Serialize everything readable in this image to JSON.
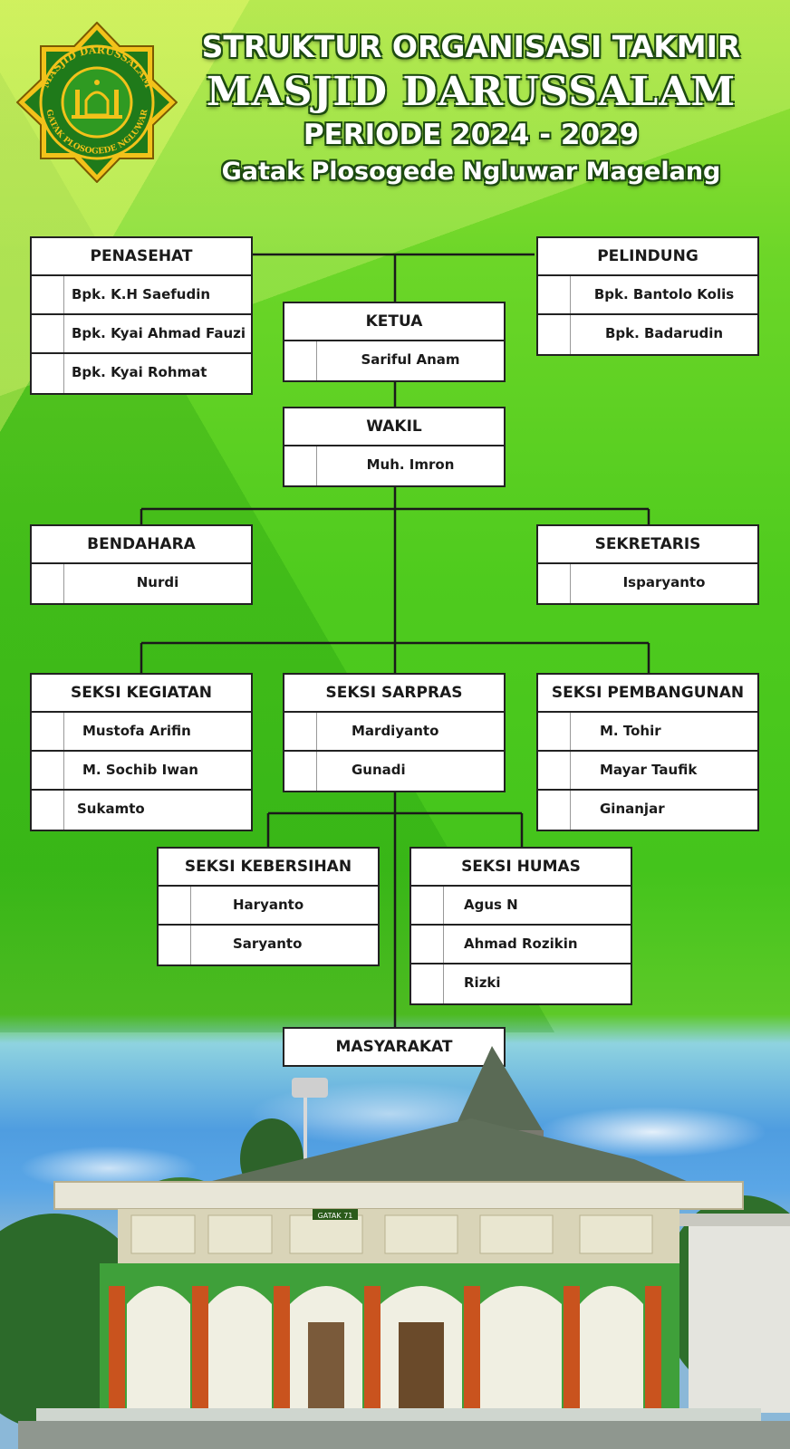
{
  "header": {
    "line1": "STRUKTUR ORGANISASI TAKMIR",
    "line2": "MASJID DARUSSALAM",
    "line3": "PERIODE 2024 - 2029",
    "line4": "Gatak Plosogede Ngluwar Magelang"
  },
  "logo": {
    "top_text": "MASJID DARUSSALAM",
    "bottom_text": "GATAK PLOSOGEDE NGLUWAR"
  },
  "org": {
    "penasehat": {
      "title": "PENASEHAT",
      "members": [
        "Bpk. K.H Saefudin",
        "Bpk. Kyai Ahmad Fauzi",
        "Bpk. Kyai Rohmat"
      ]
    },
    "pelindung": {
      "title": "PELINDUNG",
      "members": [
        "Bpk. Bantolo Kolis",
        "Bpk. Badarudin"
      ]
    },
    "ketua": {
      "title": "KETUA",
      "members": [
        "Sariful Anam"
      ]
    },
    "wakil": {
      "title": "WAKIL",
      "members": [
        "Muh. Imron"
      ]
    },
    "bendahara": {
      "title": "BENDAHARA",
      "members": [
        "Nurdi"
      ]
    },
    "sekretaris": {
      "title": "SEKRETARIS",
      "members": [
        "Isparyanto"
      ]
    },
    "seksi_kegiatan": {
      "title": "SEKSI KEGIATAN",
      "members": [
        "Mustofa Arifin",
        "M. Sochib Iwan",
        "Sukamto"
      ]
    },
    "seksi_sarpras": {
      "title": "SEKSI SARPRAS",
      "members": [
        "Mardiyanto",
        "Gunadi"
      ]
    },
    "seksi_pembangunan": {
      "title": "SEKSI PEMBANGUNAN",
      "members": [
        "M. Tohir",
        "Mayar Taufik",
        "Ginanjar"
      ]
    },
    "seksi_kebersihan": {
      "title": "SEKSI KEBERSIHAN",
      "members": [
        "Haryanto",
        "Saryanto"
      ]
    },
    "seksi_humas": {
      "title": "SEKSI HUMAS",
      "members": [
        "Agus N",
        "Ahmad Rozikin",
        "Rizki"
      ]
    },
    "masyarakat": {
      "title": "MASYARAKAT"
    }
  },
  "photo": {
    "sign_text": "GATAK 71"
  },
  "colors": {
    "green": "#2f8a1c",
    "gold": "#f2c21a",
    "box_border": "#222222"
  }
}
